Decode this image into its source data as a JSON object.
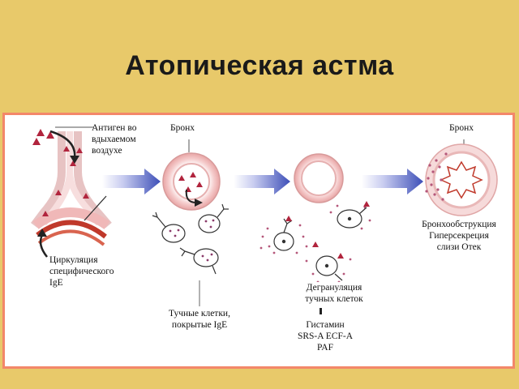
{
  "slide": {
    "title": "Атопическая астма",
    "accent_color": "#e8c96a",
    "border_color": "#f3876a"
  },
  "diagram": {
    "labels": {
      "antigen": "Антиген во\nвдыхаемом\nвоздухе",
      "bronch_1": "Бронх",
      "bronch_2": "Бронх",
      "circulation": "Циркуляция\nспецифического\nIgE",
      "mast_cells": "Тучные клетки,\nпокрытые IgE",
      "degranulation": "Дегрануляция\nтучных клеток",
      "mediators": "Гистамин\nSRS-A ECF-A\nPAF",
      "outcome": "Бронхообструкция\nГиперсекреция\nслизи Отек"
    },
    "colors": {
      "arrow": "#3d4fb8",
      "antigen": "#b1243d",
      "vessel": "#c0392b",
      "airway": "#f2c7c7"
    }
  }
}
